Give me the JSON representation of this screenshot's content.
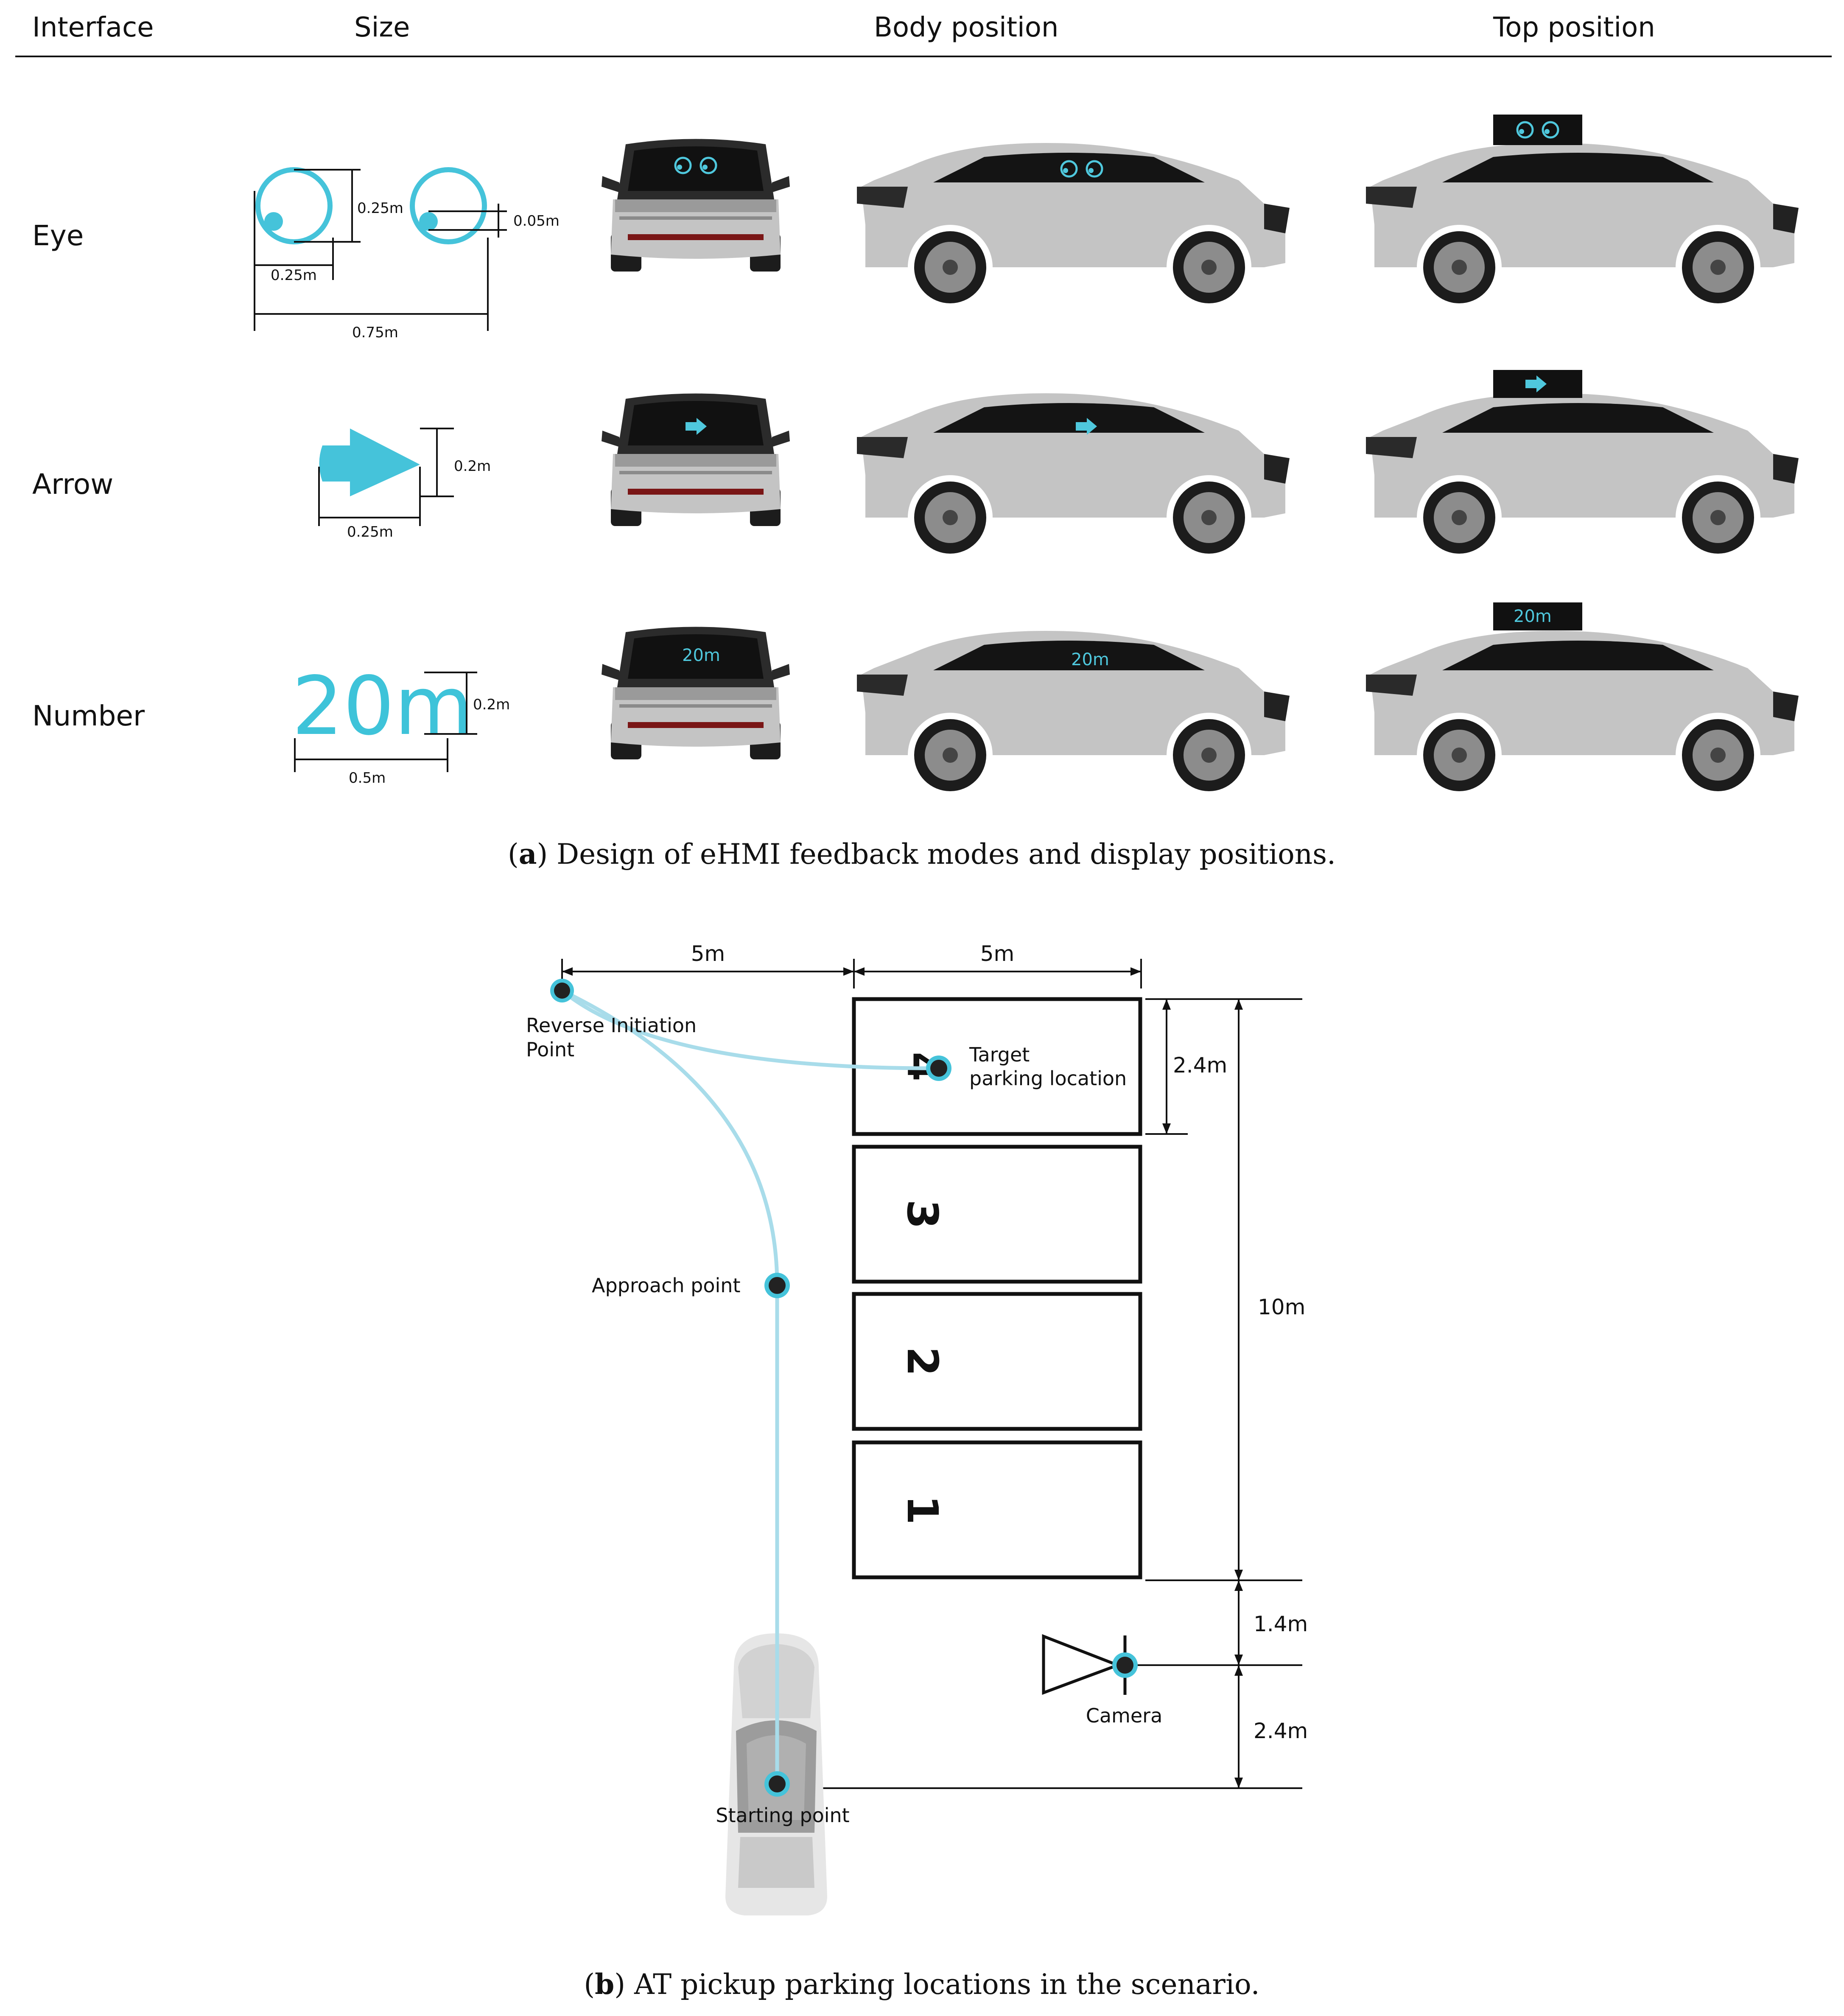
{
  "palette": {
    "accent": "#45c3da",
    "car_body": "#c4c4c4",
    "glass": "#1a1a1a",
    "line": "#111111",
    "path": "#a8dcea"
  },
  "table": {
    "headers": [
      "Interface",
      "Size",
      "Body position",
      "Top position"
    ],
    "rows": [
      {
        "label": "Eye",
        "dims": [
          "0.25m",
          "0.05m",
          "0.25m",
          "0.75m"
        ],
        "icon": "eye-icon"
      },
      {
        "label": "Arrow",
        "dims": [
          "0.2m",
          "0.25m"
        ],
        "icon": "arrow-icon"
      },
      {
        "label": "Number",
        "display": "20m",
        "dims": [
          "0.2m",
          "0.5m"
        ],
        "icon": "number-display"
      }
    ]
  },
  "caption_a": {
    "letter": "a",
    "text": " Design of eHMI feedback modes and display positions."
  },
  "scenario": {
    "dims": {
      "top_left": "5m",
      "top_right": "5m",
      "slot_width": "2.4m",
      "total_length": "10m",
      "gap_camera": "1.4m",
      "camera_to_start": "2.4m"
    },
    "slots": [
      "4",
      "3",
      "2",
      "1"
    ],
    "points": {
      "reverse_line1": "Reverse Initiation",
      "reverse_line2": "Point",
      "target_line1": "Target",
      "target_line2": "parking location",
      "approach": "Approach point",
      "camera": "Camera",
      "start": "Starting point"
    }
  },
  "caption_b": {
    "letter": "b",
    "text": " AT pickup parking locations in the scenario."
  }
}
